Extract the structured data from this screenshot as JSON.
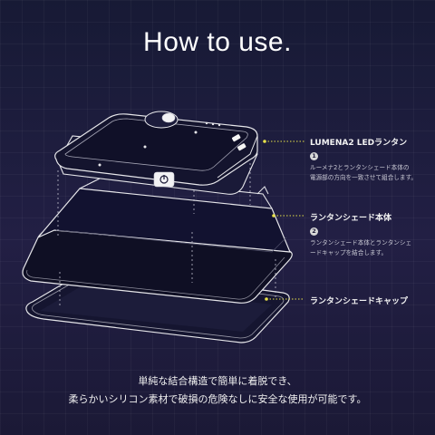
{
  "title": "How to use.",
  "labels": {
    "lantern": "LUMENA2 LEDランタン",
    "shade": "ランタンシェード本体",
    "cap": "ランタンシェードキャップ"
  },
  "steps": [
    {
      "number": "1",
      "line1": "ルーメナ2とランタンシェード本体の",
      "line2": "電源部の方向を一致させて組合します。"
    },
    {
      "number": "2",
      "line1": "ランタンシェード本体とランタンシェ",
      "line2": "ードキャップを結合します。"
    }
  ],
  "caption": {
    "line1": "単純な結合構造で簡単に着脱でき、",
    "line2": "柔らかいシリコン素材で破損の危険なしに安全な使用が可能です。"
  },
  "colors": {
    "background": "#1d1b3c",
    "accent_line": "#e8e24a",
    "outline": "#e6e6ea"
  },
  "icons": {
    "power": "power-button-icon"
  }
}
